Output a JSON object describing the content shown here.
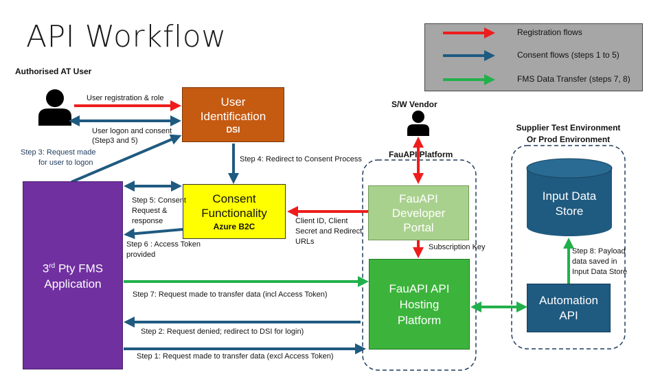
{
  "title": "API Workflow",
  "colors": {
    "registration": "#ee1c1c",
    "consent": "#1f5a80",
    "fms": "#22b04b"
  },
  "legend": {
    "registration": "Registration flows",
    "consent": "Consent flows (steps 1 to 5)",
    "fms": "FMS Data Transfer (steps 7, 8)"
  },
  "actors": {
    "at_user": "Authorised AT User",
    "sw_vendor": "S/W Vendor"
  },
  "boxes": {
    "user_id": {
      "title": "User Identification",
      "sub": "DSI"
    },
    "consent": {
      "title": "Consent Functionality",
      "sub": "Azure B2C"
    },
    "fms_app": {
      "title": "Application",
      "title_prefix": "3",
      "sup": "rd",
      "title_mid": " Pty FMS"
    },
    "dev_portal": {
      "title": "FauAPI Developer Portal"
    },
    "hosting": {
      "title": "FauAPI API Hosting Platform"
    },
    "data_store": {
      "title": "Input Data Store"
    },
    "automation": {
      "title": "Automation API"
    }
  },
  "groups": {
    "platform": "FauAPI Platform",
    "supplier_line1": "Supplier Test Environment",
    "supplier_line2": "Or Prod Environment"
  },
  "labels": {
    "user_reg": "User registration & role",
    "user_logon_1": "User logon and consent",
    "user_logon_2": "(Step3 and 5)",
    "step3_1": "Step 3: Request made",
    "step3_2": "for user to logon",
    "step4": "Step 4: Redirect to Consent Process",
    "step5_1": "Step 5: Consent",
    "step5_2": "Request &",
    "step5_3": "response",
    "step6_1": "Step 6 : Access Token",
    "step6_2": "provided",
    "client_1": "Client ID, Client",
    "client_2": "Secret and Redirect",
    "client_3": "URLs",
    "sub_key": "Subscription Key",
    "step7": "Step 7: Request made to transfer data (incl Access Token)",
    "step2": "Step 2: Request denied; redirect to DSI for login)",
    "step1": "Step 1: Request made to transfer data (excl Access Token)",
    "step8_1": "Step 8: Payload",
    "step8_2": "data saved in",
    "step8_3": "Input Data Store"
  }
}
